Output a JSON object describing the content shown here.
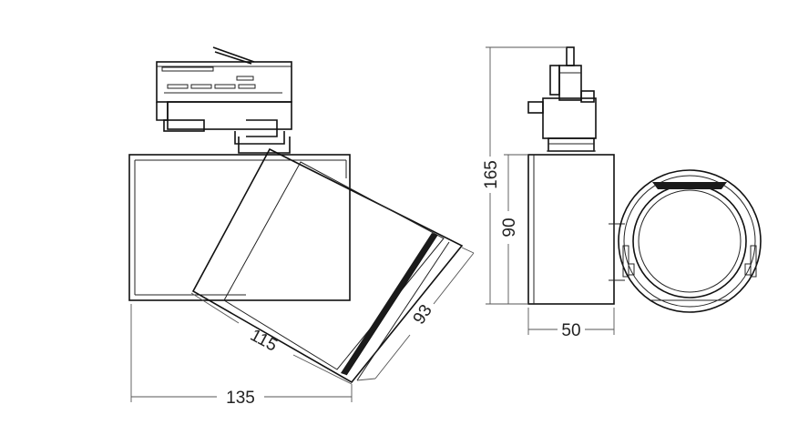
{
  "dimensions": {
    "width_front": "135",
    "head_length": "115",
    "head_diameter": "93",
    "total_height": "165",
    "body_height": "90",
    "body_width": "50"
  }
}
